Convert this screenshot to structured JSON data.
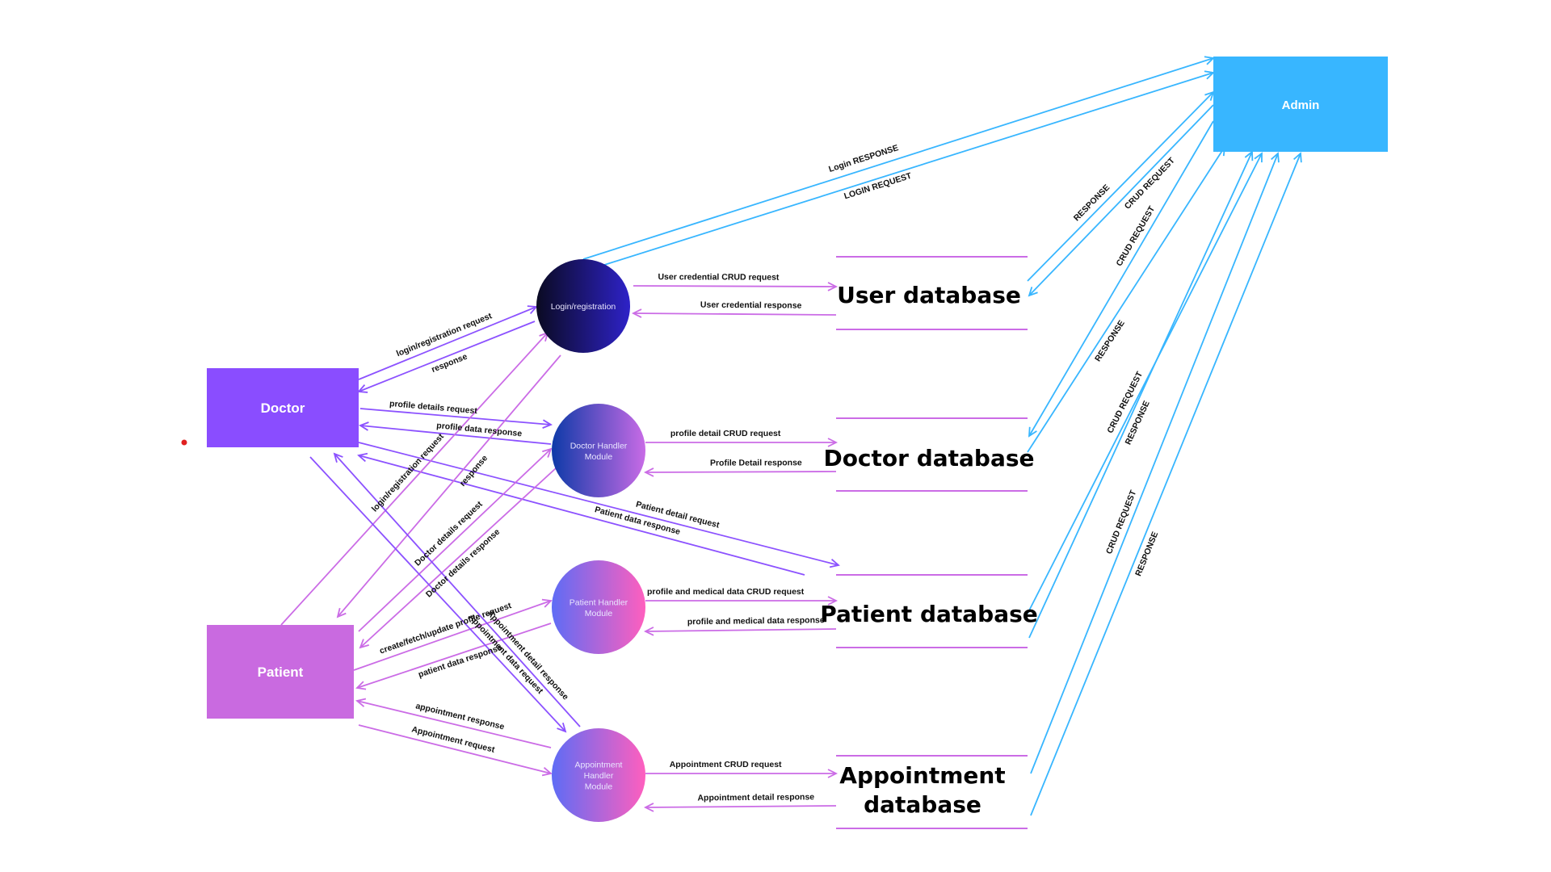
{
  "colors": {
    "doctor": "#8a4dff",
    "patient": "#c96ae0",
    "admin": "#38b6ff",
    "purple_arrow": "#8c52ff",
    "pink_arrow": "#cb6ce6",
    "blue_arrow": "#38b6ff",
    "db_line": "#cb6ce6",
    "dot": "#e02020"
  },
  "entities": {
    "doctor": "Doctor",
    "patient": "Patient",
    "admin": "Admin"
  },
  "processes": {
    "login": [
      "Login/registration"
    ],
    "doctor_handler": [
      "Doctor Handler",
      "Module"
    ],
    "patient_handler": [
      "Patient Handler",
      "Module"
    ],
    "appointment_handler": [
      "Appointment",
      "Handler",
      "Module"
    ]
  },
  "databases": {
    "user": [
      "User database"
    ],
    "doctor": [
      "Doctor database"
    ],
    "patient": [
      "Patient database"
    ],
    "appointment": [
      "Appointment",
      "database"
    ]
  },
  "flows": {
    "login_response": "Login RESPONSE",
    "login_request": "LOGIN REQUEST",
    "user_db_response": "RESPONSE",
    "user_db_crud": "CRUD REQUEST",
    "doctor_db_crud": "CRUD REQUEST",
    "doctor_db_response": "RESPONSE",
    "patient_db_crud": "CRUD REQUEST",
    "patient_db_response": "RESPONSE",
    "appt_db_crud": "CRUD REQUEST",
    "appt_db_response": "RESPONSE",
    "user_cred_crud": "User credential CRUD request",
    "user_cred_response": "User credential response",
    "doc_login_request": "login/registration request",
    "doc_login_response": "response",
    "profile_details_request": "profile details request",
    "profile_data_response": "profile data response",
    "profile_detail_crud": "profile detail CRUD request",
    "profile_detail_response": "Profile Detail response",
    "patient_detail_request": "Patient detail request",
    "patient_data_response": "Patient data response",
    "pat_login_request": "login/registration request",
    "pat_login_response": "response",
    "doctor_details_request": "Doctor details request",
    "doctor_details_response": "Doctor details response",
    "create_fetch_update": "create/fetch/update profile request",
    "patient_data_resp": "patient data response",
    "profile_medical_crud": "profile and medical data CRUD request",
    "profile_medical_response": "profile and medical data response",
    "appointment_detail_response": "Appointment detail response",
    "appointment_data_request": "Appointment data request",
    "appointment_response": "appointment response",
    "appointment_request": "Appointment request",
    "appointment_crud": "Appointment CRUD request",
    "appointment_detail_resp": "Appointment  detail response"
  }
}
